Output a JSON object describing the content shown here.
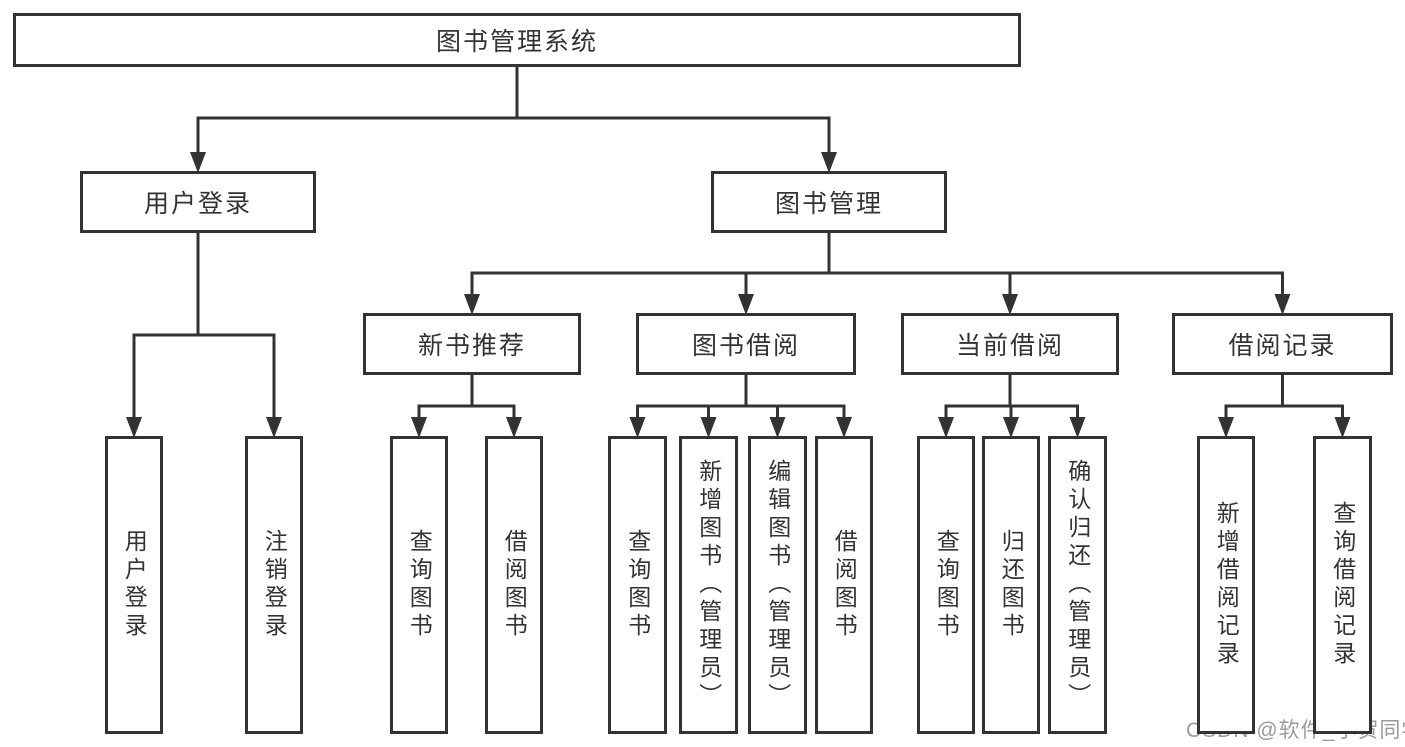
{
  "diagram": {
    "title": "图书管理系统",
    "nodes": [
      {
        "id": "root",
        "label": "图书管理系统",
        "text_direction": "horizontal"
      },
      {
        "id": "user-login",
        "label": "用户登录",
        "text_direction": "horizontal"
      },
      {
        "id": "book-mgmt",
        "label": "图书管理",
        "text_direction": "horizontal"
      },
      {
        "id": "new-book-rec",
        "label": "新书推荐",
        "text_direction": "horizontal"
      },
      {
        "id": "book-borrow",
        "label": "图书借阅",
        "text_direction": "horizontal"
      },
      {
        "id": "current-borrow",
        "label": "当前借阅",
        "text_direction": "horizontal"
      },
      {
        "id": "borrow-records",
        "label": "借阅记录",
        "text_direction": "horizontal"
      },
      {
        "id": "login-leaf",
        "label": "用户登录",
        "text_direction": "vertical"
      },
      {
        "id": "logout-leaf",
        "label": "注销登录",
        "text_direction": "vertical"
      },
      {
        "id": "nb-query-books",
        "label": "查询图书",
        "text_direction": "vertical"
      },
      {
        "id": "nb-borrow-books",
        "label": "借阅图书",
        "text_direction": "vertical"
      },
      {
        "id": "bb-query-books",
        "label": "查询图书",
        "text_direction": "vertical"
      },
      {
        "id": "bb-add-books",
        "label": "新增图书（管理员）",
        "text_direction": "vertical"
      },
      {
        "id": "bb-edit-books",
        "label": "编辑图书（管理员）",
        "text_direction": "vertical"
      },
      {
        "id": "bb-borrow-books",
        "label": "借阅图书",
        "text_direction": "vertical"
      },
      {
        "id": "cb-query-books",
        "label": "查询图书",
        "text_direction": "vertical"
      },
      {
        "id": "cb-return-books",
        "label": "归还图书",
        "text_direction": "vertical"
      },
      {
        "id": "cb-confirm-return",
        "label": "确认归还（管理员）",
        "text_direction": "vertical"
      },
      {
        "id": "br-add-record",
        "label": "新增借阅记录",
        "text_direction": "vertical"
      },
      {
        "id": "br-query-record",
        "label": "查询借阅记录",
        "text_direction": "vertical"
      }
    ],
    "edges": [
      {
        "from": "root",
        "to": "user-login"
      },
      {
        "from": "root",
        "to": "book-mgmt"
      },
      {
        "from": "user-login",
        "to": "login-leaf"
      },
      {
        "from": "user-login",
        "to": "logout-leaf"
      },
      {
        "from": "book-mgmt",
        "to": "new-book-rec"
      },
      {
        "from": "book-mgmt",
        "to": "book-borrow"
      },
      {
        "from": "book-mgmt",
        "to": "current-borrow"
      },
      {
        "from": "book-mgmt",
        "to": "borrow-records"
      },
      {
        "from": "new-book-rec",
        "to": "nb-query-books"
      },
      {
        "from": "new-book-rec",
        "to": "nb-borrow-books"
      },
      {
        "from": "book-borrow",
        "to": "bb-query-books"
      },
      {
        "from": "book-borrow",
        "to": "bb-add-books"
      },
      {
        "from": "book-borrow",
        "to": "bb-edit-books"
      },
      {
        "from": "book-borrow",
        "to": "bb-borrow-books"
      },
      {
        "from": "current-borrow",
        "to": "cb-query-books"
      },
      {
        "from": "current-borrow",
        "to": "cb-return-books"
      },
      {
        "from": "current-borrow",
        "to": "cb-confirm-return"
      },
      {
        "from": "borrow-records",
        "to": "br-add-record"
      },
      {
        "from": "borrow-records",
        "to": "br-query-record"
      }
    ]
  },
  "watermark": {
    "text": "CSDN @软件_小贺同学"
  },
  "colors": {
    "line": "#333333",
    "box_border": "#333333",
    "text": "#333333",
    "background": "#ffffff",
    "watermark": "#9a9aa0"
  }
}
